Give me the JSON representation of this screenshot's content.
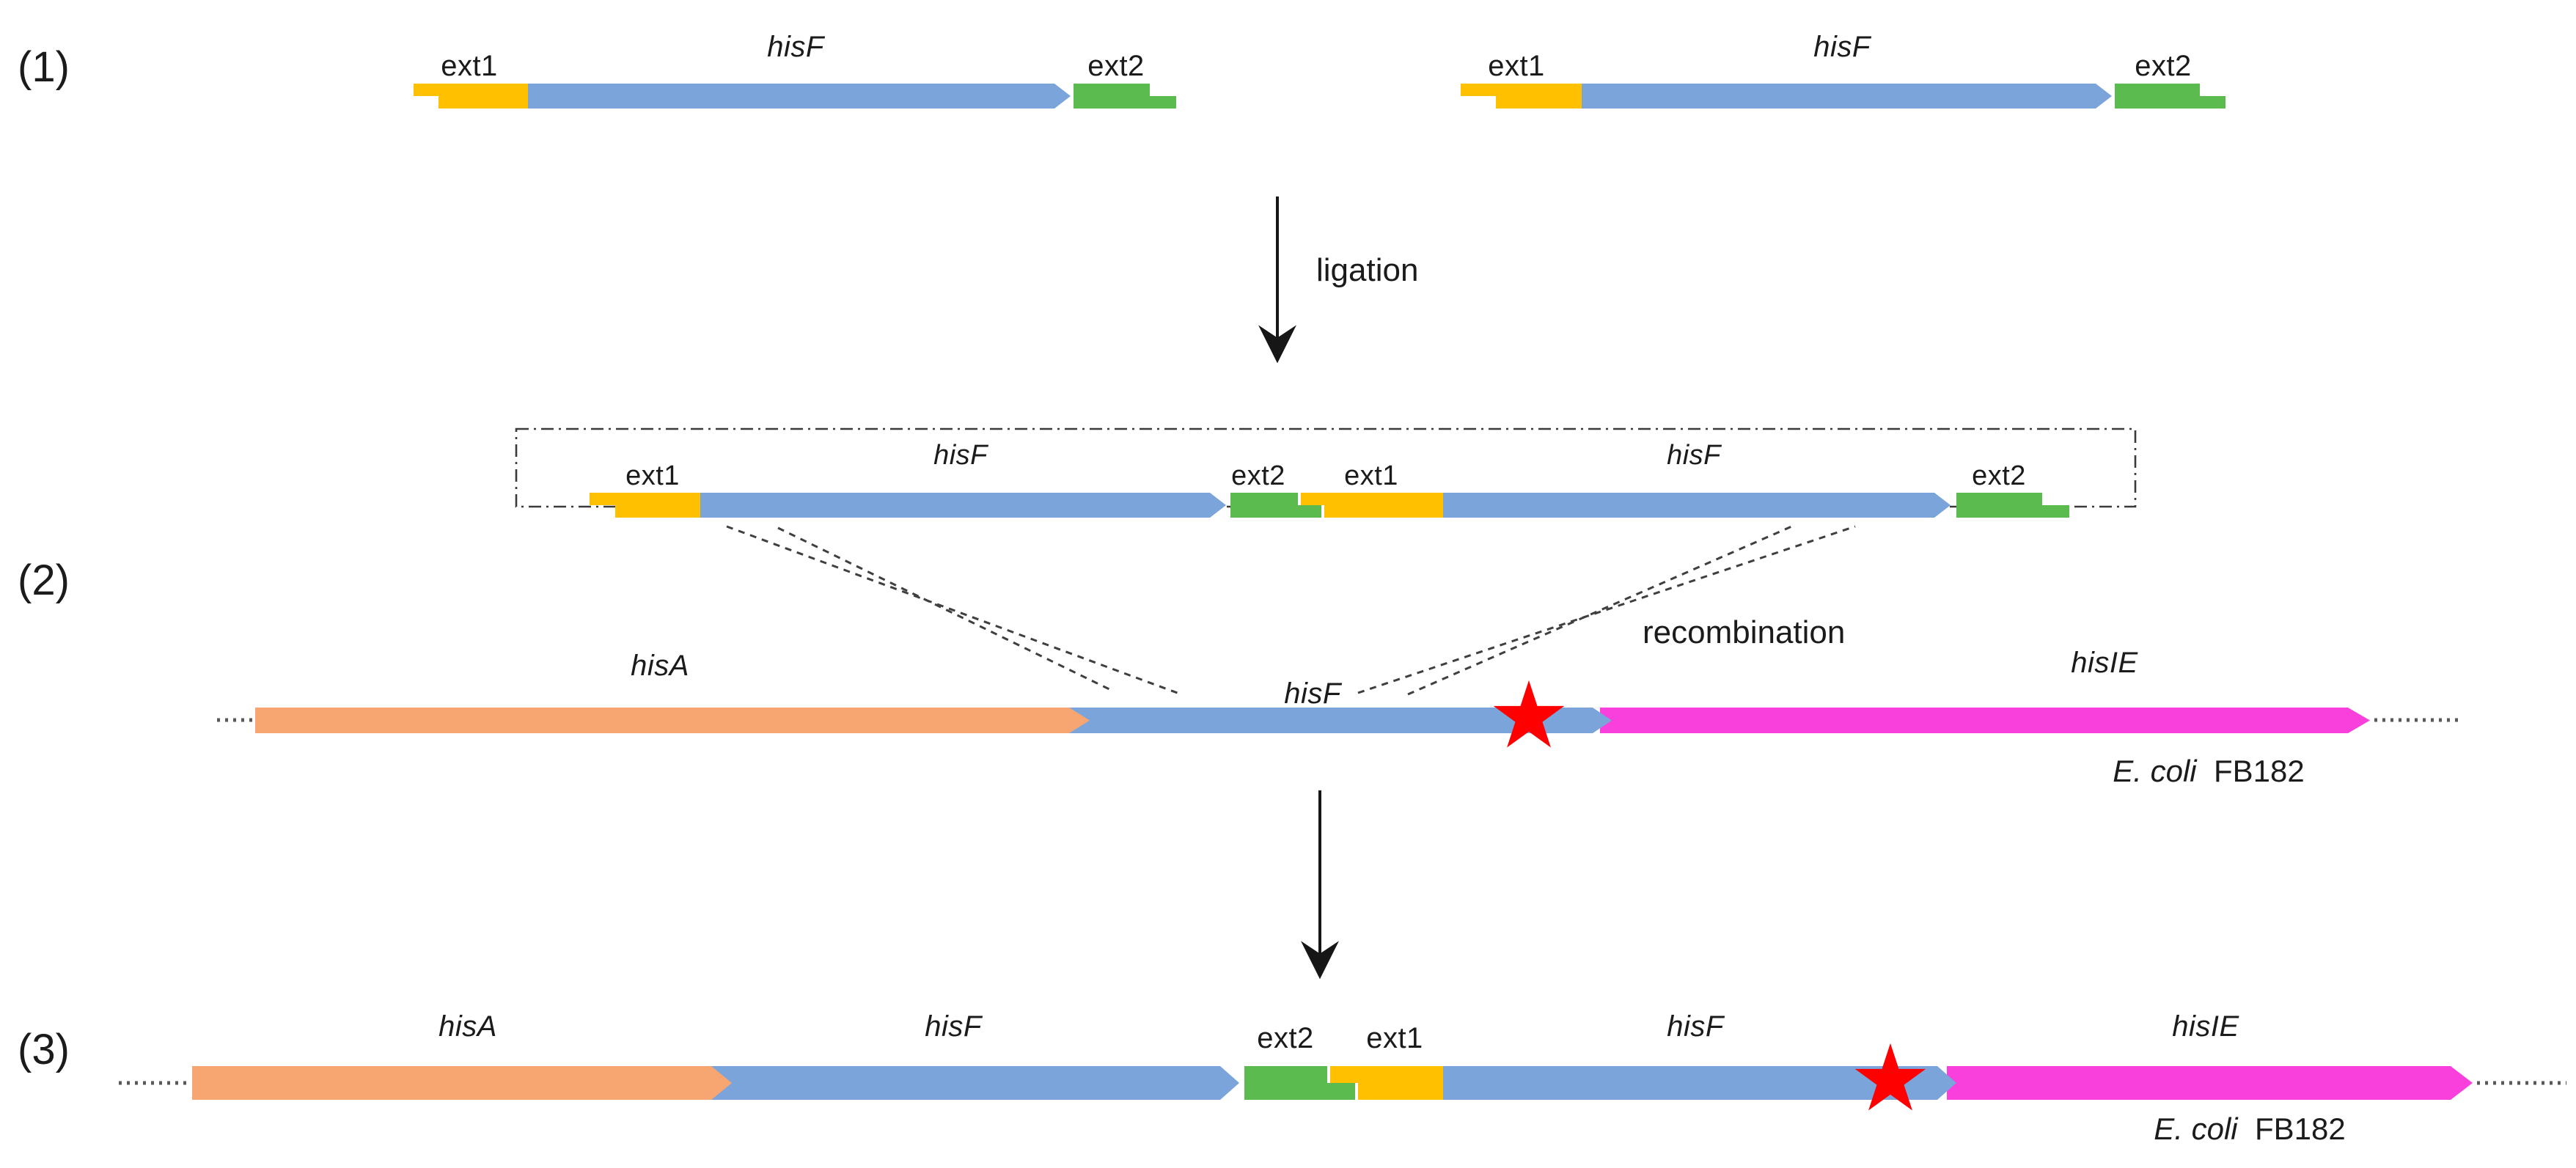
{
  "colors": {
    "ext1_yellow": "#FFC000",
    "hisF_blue": "#7AA4DA",
    "ext2_green": "#5BBB4E",
    "hisA_orange": "#F8A671",
    "hisIE_magenta": "#F940DC",
    "star_red": "#FF0000"
  },
  "icons": {
    "star_glyph": "★"
  },
  "steps": [
    "(1)",
    "(2)",
    "(3)"
  ],
  "process": {
    "ligation": "ligation",
    "recombination": "recombination"
  },
  "row1": {
    "fragments": [
      {
        "ext1": "ext1",
        "gene": "hisF",
        "ext2": "ext2"
      },
      {
        "ext1": "ext1",
        "gene": "hisF",
        "ext2": "ext2"
      }
    ]
  },
  "construct": {
    "segments": [
      "ext1",
      "hisF",
      "ext2",
      "ext1",
      "hisF",
      "ext2"
    ]
  },
  "chromosome_before": {
    "genes": [
      "hisA",
      "hisF",
      "hisIE"
    ],
    "strain": {
      "italic": "E. coli",
      "regular": "FB182"
    }
  },
  "chromosome_after": {
    "genes": [
      "hisA",
      "hisF",
      "ext2",
      "ext1",
      "hisF",
      "hisIE"
    ],
    "strain": {
      "italic": "E. coli",
      "regular": "FB182"
    }
  }
}
